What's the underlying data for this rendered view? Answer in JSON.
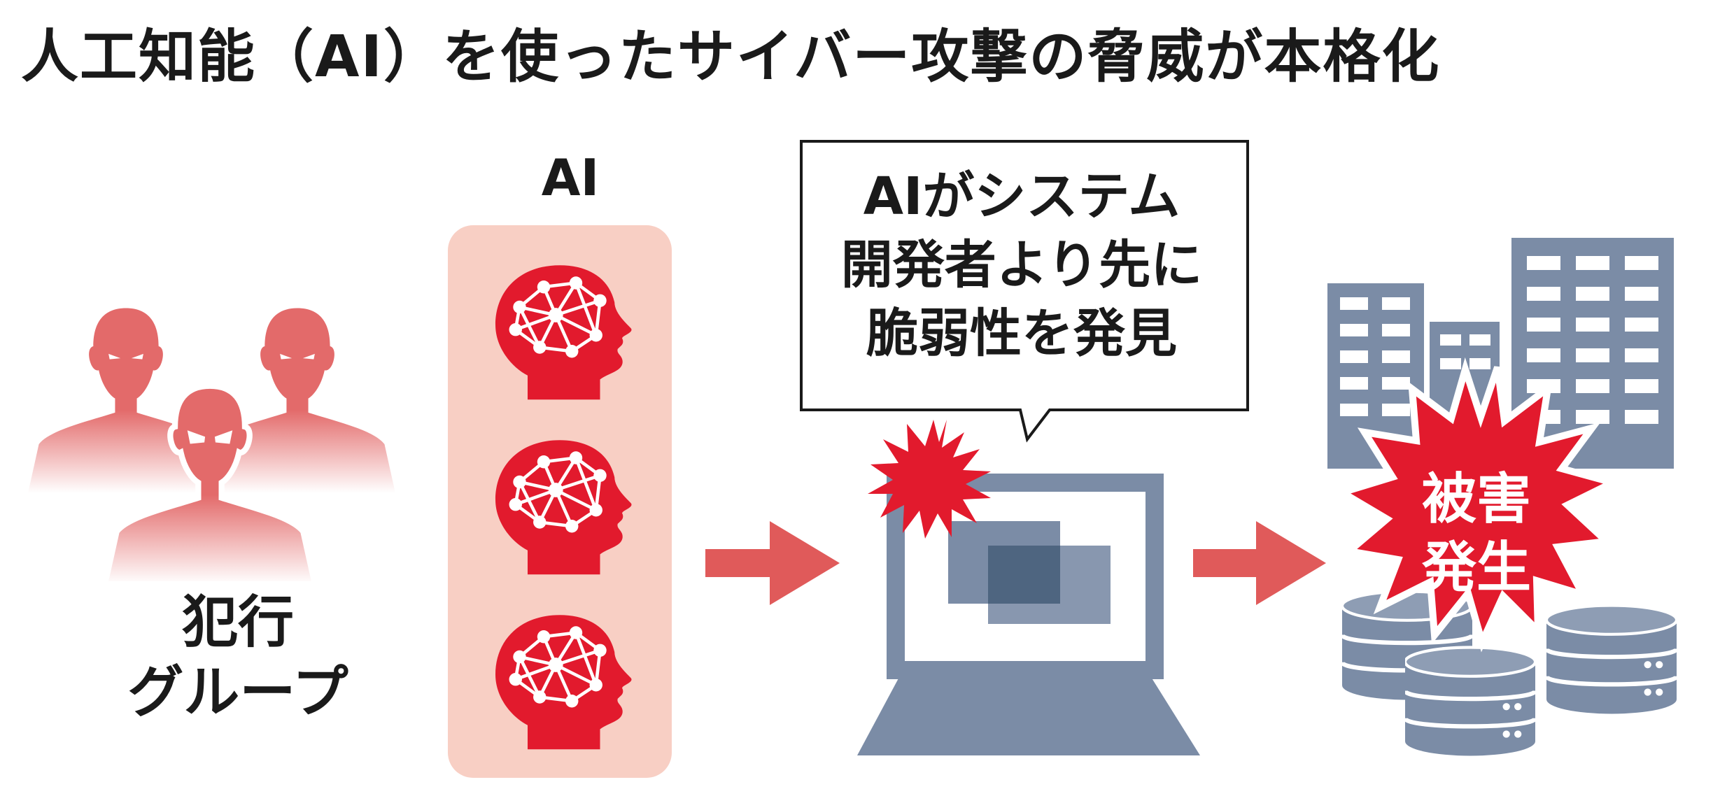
{
  "title": "人工知能（AI）を使ったサイバー攻撃の脅威が本格化",
  "ai_label": "AI",
  "criminal_label": [
    "犯行",
    "グループ"
  ],
  "speech_bubble": [
    "AIがシステム",
    "開発者より先に",
    "脆弱性を発見"
  ],
  "damage_label": [
    "被害",
    "発生"
  ],
  "colors": {
    "red": "#e21a2d",
    "salmon": "#e36a6a",
    "panel": "#f8cfc4",
    "steel": "#7b8ca6",
    "steel_dark": "#4e6580",
    "arrow": "#e05a5a"
  },
  "icons": [
    "criminal-figure-icon",
    "ai-brain-icon",
    "laptop-icon",
    "burst-icon",
    "building-icon",
    "database-icon",
    "arrow-right-icon"
  ]
}
